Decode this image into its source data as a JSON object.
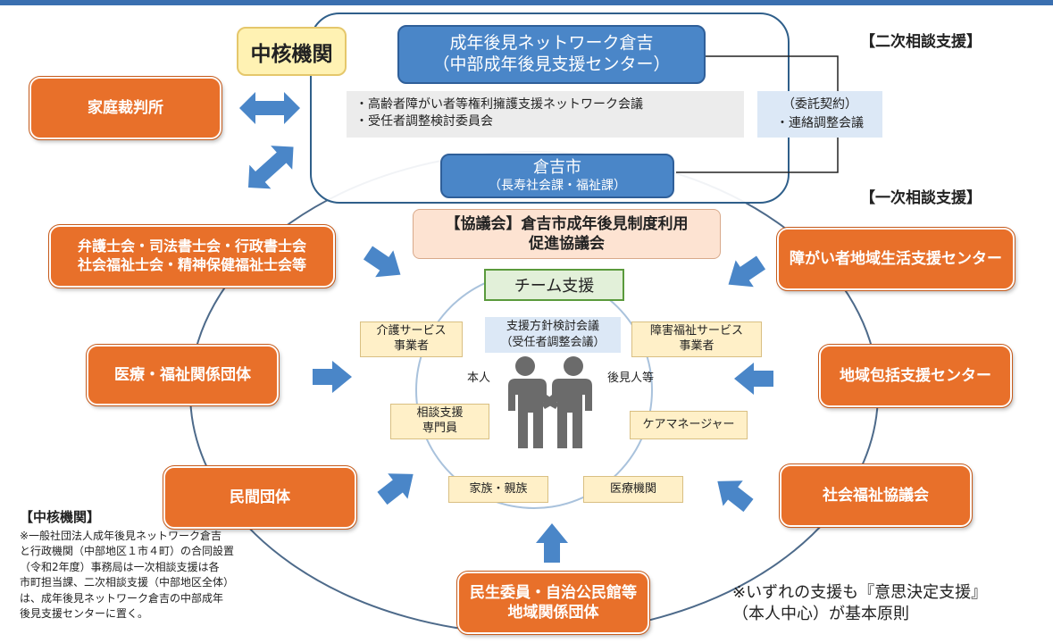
{
  "core": {
    "tag": "中核機関",
    "network_line1": "成年後見ネットワーク倉吉",
    "network_line2": "（中部成年後見支援センター）",
    "meetings_line1": "・高齢者障がい者等権利擁護支援ネットワーク会議",
    "meetings_line2": "・受任者調整検討委員会",
    "contract_line1": "（委託契約）",
    "contract_line2": "・連絡調整会議",
    "city_line1": "倉吉市",
    "city_line2": "（長寿社会課・福祉課）"
  },
  "labels": {
    "secondary": "【二次相談支援】",
    "primary": "【一次相談支援】"
  },
  "council": {
    "line1": "【協議会】倉吉市成年後見制度利用",
    "line2": "促進協議会"
  },
  "team": {
    "title": "チーム支援",
    "meeting_line1": "支援方針検討会議",
    "meeting_line2": "（受任者調整会議）",
    "principal": "本人",
    "guardian": "後見人等",
    "care_service_line1": "介護サービス",
    "care_service_line2": "事業者",
    "disability_service_line1": "障害福祉サービス",
    "disability_service_line2": "事業者",
    "consultation_line1": "相談支援",
    "consultation_line2": "専門員",
    "care_manager": "ケアマネージャー",
    "family": "家族・親族",
    "medical": "医療機関"
  },
  "orgs": {
    "family_court": "家庭裁判所",
    "professionals_line1": "弁護士会・司法書士会・行政書士会",
    "professionals_line2": "社会福祉士会・精神保健福祉士会等",
    "medical_welfare": "医療・福祉関係団体",
    "private_groups": "民間団体",
    "community_line1": "民生委員・自治公民館等",
    "community_line2": "地域関係団体",
    "social_welfare_council": "社会福祉協議会",
    "regional_center": "地域包括支援センター",
    "disability_center": "障がい者地域生活支援センター"
  },
  "footnote": {
    "title": "【中核機関】",
    "lines": [
      "※一般社団法人成年後見ネットワーク倉吉",
      "と行政機関（中部地区１市４町）の合同設置",
      "（令和2年度）事務局は一次相談支援は各",
      "市町担当課、二次相談支援（中部地区全体）",
      "は、成年後見ネットワーク倉吉の中部成年",
      "後見支援センターに置く。"
    ]
  },
  "principle": {
    "line1": "※いずれの支援も『意思決定支援』",
    "line2": "（本人中心）が基本原則"
  },
  "colors": {
    "orange": "#e8702a",
    "blue": "#4a86c8",
    "arrow": "#4a86c8",
    "cream": "#fff0c8",
    "green_border": "#5a9a3c"
  }
}
